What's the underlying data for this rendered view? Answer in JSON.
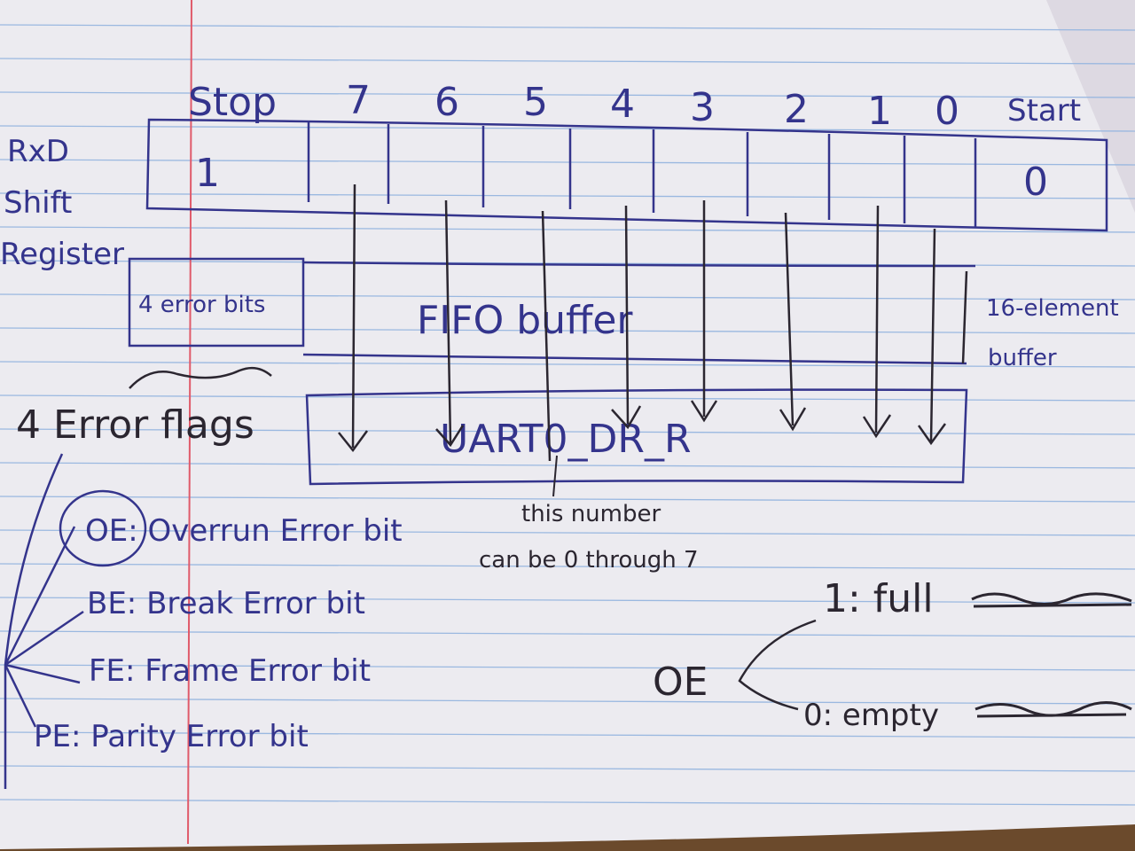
{
  "register": {
    "label_line1": "RxD",
    "label_line2": "Shift",
    "label_line3": "Register",
    "bit_headers": [
      "Stop",
      "7",
      "6",
      "5",
      "4",
      "3",
      "2",
      "1",
      "0",
      "Start"
    ],
    "stop_value": "1",
    "start_value": "0"
  },
  "fifo": {
    "error_bits_label": "4 error bits",
    "buffer_label": "FIFO buffer",
    "size_line1": "16-element",
    "size_line2": "buffer"
  },
  "data_register": {
    "label": "UART0_DR_R",
    "note_line1": "this number",
    "note_line2": "can be 0 through 7"
  },
  "error_flags": {
    "heading": "4 Error flags",
    "items": [
      "OE: Overrun Error bit",
      "BE: Break Error bit",
      "FE: Frame Error bit",
      "PE: Parity Error bit"
    ]
  },
  "oe_states": {
    "label": "OE",
    "full": "1: full",
    "empty": "0: empty"
  },
  "colors": {
    "ink_blue": "#34348c",
    "ink_dark": "#2b2630",
    "paper": "#ecebf0",
    "rule_line": "#9ab8e0",
    "margin_line": "#e05a6a"
  }
}
